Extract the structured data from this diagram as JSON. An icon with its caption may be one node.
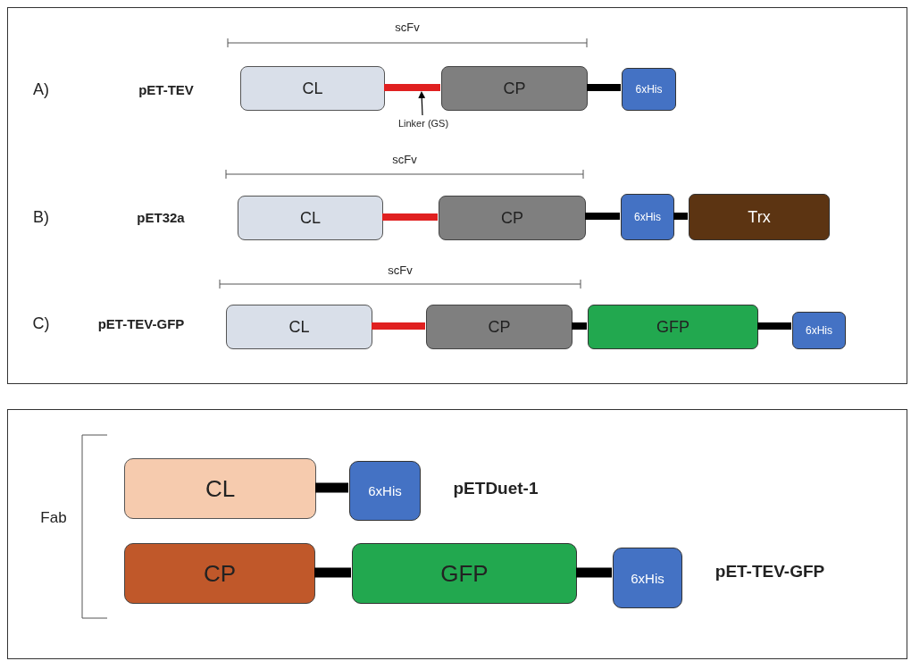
{
  "diagram": {
    "nodes": [
      {
        "text": [],
        "shape": "box"
      },
      {
        "text": [
          "CL"
        ],
        "in": 0
      },
      {
        "text": [
          "CP"
        ],
        "in": 0
      },
      {
        "text": [
          "6xHis"
        ],
        "in": 0
      },
      {
        "text": [
          "Linker (GS)"
        ],
        "in": 0
      },
      {
        "text": [
          "CL"
        ],
        "in": 0
      },
      {
        "text": [
          "CP"
        ],
        "in": 0
      },
      {
        "text": [
          "6xHis"
        ],
        "in": 0
      },
      {
        "text": [
          "Trx"
        ],
        "in": 0
      },
      {
        "text": [
          "CL"
        ],
        "in": 0
      },
      {
        "text": [
          "CP"
        ],
        "in": 0
      },
      {
        "text": [
          "GFP"
        ],
        "in": 0
      },
      {
        "text": [
          "6xHis"
        ],
        "in": 0
      },
      {
        "text": [],
        "shape": "box"
      },
      {
        "text": [
          "CL"
        ],
        "in": 13
      },
      {
        "text": [
          "6xHis"
        ],
        "in": 13
      },
      {
        "text": [
          "CP"
        ],
        "in": 13
      },
      {
        "text": [
          "GFP"
        ],
        "in": 13
      },
      {
        "text": [
          "6xHis"
        ],
        "in": 13
      }
    ],
    "edges": [
      {
        "from": 1,
        "to": 2,
        "arrow": "none",
        "color": "#e02020"
      },
      {
        "from": 2,
        "to": 3,
        "arrow": "none"
      },
      {
        "from": 4,
        "to": null,
        "arrow": "to"
      },
      {
        "from": 5,
        "to": 6,
        "arrow": "none",
        "color": "#e02020"
      },
      {
        "from": 6,
        "to": 7,
        "arrow": "none"
      },
      {
        "from": 7,
        "to": 8,
        "arrow": "none"
      },
      {
        "from": 9,
        "to": 10,
        "arrow": "none",
        "color": "#e02020"
      },
      {
        "from": 10,
        "to": 11,
        "arrow": "none"
      },
      {
        "from": 11,
        "to": 12,
        "arrow": "none"
      },
      {
        "from": 14,
        "to": 15,
        "arrow": "none"
      },
      {
        "from": 16,
        "to": 17,
        "arrow": "none"
      },
      {
        "from": 17,
        "to": 18,
        "arrow": "none"
      }
    ],
    "labels": [
      "scFv",
      "A)",
      "pET-TEV",
      "scFv",
      "B)",
      "pET32a",
      "scFv",
      "C)",
      "pET-TEV-GFP",
      "Fab",
      "pETDuet-1",
      "pET-TEV-GFP"
    ]
  }
}
